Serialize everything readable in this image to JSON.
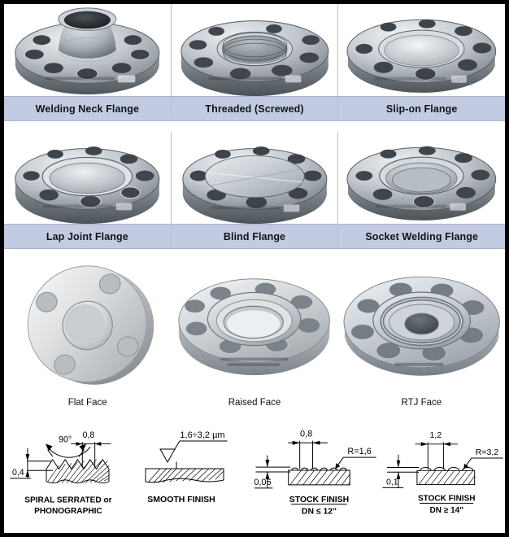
{
  "colors": {
    "border": "#000000",
    "label_band": "#c3cbe3",
    "label_text": "#12141c",
    "divider": "#b9bfd4",
    "metal_light": "#e9ecef",
    "metal_mid": "#b5bcc2",
    "metal_dark": "#6e767d",
    "line": "#000000"
  },
  "flange_types": {
    "row1": [
      {
        "label": "Welding Neck Flange",
        "icon": "welding-neck-flange-photo",
        "holes": 8
      },
      {
        "label": "Threaded (Screwed)",
        "icon": "threaded-flange-photo",
        "holes": 8
      },
      {
        "label": "Slip-on Flange",
        "icon": "slip-on-flange-photo",
        "holes": 8
      }
    ],
    "row2": [
      {
        "label": "Lap Joint Flange",
        "icon": "lap-joint-flange-photo",
        "holes": 8
      },
      {
        "label": "Blind Flange",
        "icon": "blind-flange-photo",
        "holes": 8
      },
      {
        "label": "Socket Welding Flange",
        "icon": "socket-welding-flange-photo",
        "holes": 8
      }
    ]
  },
  "face_types": [
    {
      "label": "Flat Face",
      "icon": "flat-face-flange-photo",
      "holes": 4
    },
    {
      "label": "Raised Face",
      "icon": "raised-face-flange-photo",
      "holes": 8
    },
    {
      "label": "RTJ Face",
      "icon": "rtj-face-flange-photo",
      "holes": 8
    }
  ],
  "finishes": [
    {
      "id": "spiral-serrated",
      "name_line1": "SPIRAL SERRATED or",
      "name_line2": "PHONOGRAPHIC",
      "angle": "90°",
      "pitch": "0,8",
      "depth": "0,4"
    },
    {
      "id": "smooth-finish",
      "name_line1": "SMOOTH FINISH",
      "name_line2": "",
      "roughness": "1,6÷3,2 µm"
    },
    {
      "id": "stock-finish-small",
      "name_line1": "STOCK FINISH",
      "name_line2": "DN ≤ 12\"",
      "pitch": "0,8",
      "radius": "R=1,6",
      "depth": "0,06"
    },
    {
      "id": "stock-finish-large",
      "name_line1": "STOCK FINISH",
      "name_line2": "DN ≥ 14\"",
      "pitch": "1,2",
      "radius": "R=3,2",
      "depth": "0,1"
    }
  ]
}
